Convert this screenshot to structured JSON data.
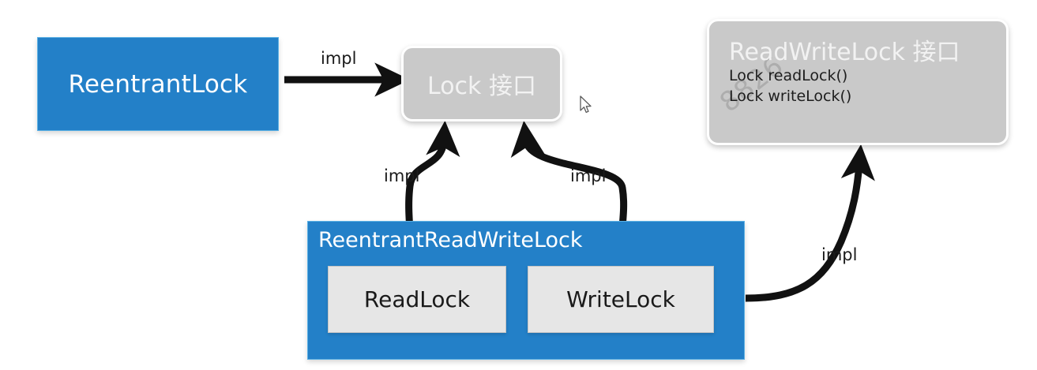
{
  "diagram": {
    "title_semantic": "java-lock-class-hierarchy",
    "colors": {
      "class_blue": "#2380c8",
      "interface_gray": "#c9c9c9",
      "inner_class_gray": "#e6e6e6",
      "arrow_black": "#111111",
      "background": "#ffffff"
    },
    "nodes": {
      "reentrant_lock": {
        "label": "ReentrantLock"
      },
      "lock_interface": {
        "label": "Lock 接口"
      },
      "read_write_lock_interface": {
        "title": "ReadWriteLock 接口",
        "methods": [
          "Lock readLock()",
          "Lock writeLock()"
        ],
        "watermark": "8826"
      },
      "reentrant_read_write_lock": {
        "title": "ReentrantReadWriteLock",
        "children": [
          {
            "label": "ReadLock"
          },
          {
            "label": "WriteLock"
          }
        ]
      }
    },
    "edges": [
      {
        "id": "edge-reentrantlock-to-lock",
        "label": "impl",
        "from": "ReentrantLock",
        "to": "Lock 接口"
      },
      {
        "id": "edge-readlock-to-lock",
        "label": "impl",
        "from": "ReadLock",
        "to": "Lock 接口"
      },
      {
        "id": "edge-writelock-to-lock",
        "label": "impl",
        "from": "WriteLock",
        "to": "Lock 接口"
      },
      {
        "id": "edge-rrwlock-to-rwlock",
        "label": "impl",
        "from": "ReentrantReadWriteLock",
        "to": "ReadWriteLock 接口"
      }
    ],
    "cursor": {
      "icon": "mouse-pointer-icon"
    }
  }
}
